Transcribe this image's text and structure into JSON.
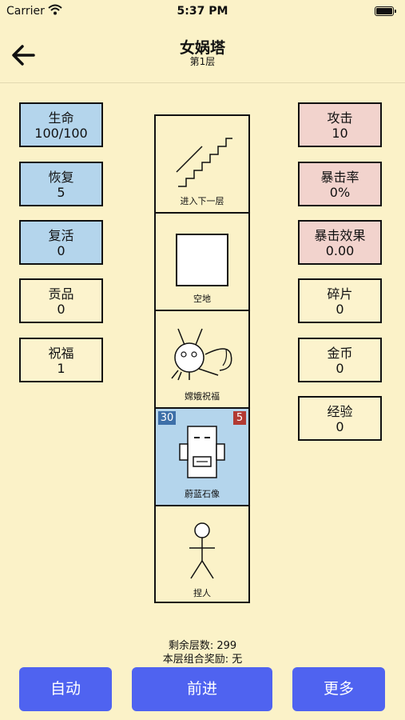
{
  "status_bar": {
    "carrier": "Carrier",
    "time": "5:37 PM"
  },
  "nav": {
    "title": "女娲塔",
    "subtitle": "第1层"
  },
  "left_stats": [
    {
      "label": "生命",
      "value": "100/100"
    },
    {
      "label": "恢复",
      "value": "5"
    },
    {
      "label": "复活",
      "value": "0"
    },
    {
      "label": "贡品",
      "value": "0"
    },
    {
      "label": "祝福",
      "value": "1"
    }
  ],
  "right_stats": [
    {
      "label": "攻击",
      "value": "10"
    },
    {
      "label": "暴击率",
      "value": "0%"
    },
    {
      "label": "暴击效果",
      "value": "0.00"
    },
    {
      "label": "碎片",
      "value": "0"
    },
    {
      "label": "金币",
      "value": "0"
    },
    {
      "label": "经验",
      "value": "0"
    }
  ],
  "tower": [
    {
      "label": "进入下一层",
      "icon": "stairs-icon"
    },
    {
      "label": "空地",
      "icon": "empty-square-icon"
    },
    {
      "label": "嫦娥祝福",
      "icon": "rabbit-icon"
    },
    {
      "label": "蔚蓝石像",
      "icon": "robot-statue-icon",
      "badge_left": "30",
      "badge_right": "5"
    },
    {
      "label": "捏人",
      "icon": "stick-figure-icon"
    }
  ],
  "info": {
    "remaining_floors": "剩余层数: 299",
    "combo_reward": "本层组合奖励: 无"
  },
  "buttons": {
    "auto": "自动",
    "forward": "前进",
    "more": "更多"
  },
  "colors": {
    "background": "#fbf2c8",
    "blue_box": "#b4d5ec",
    "pink_box": "#f2d3cd",
    "button": "#4f63f0"
  }
}
